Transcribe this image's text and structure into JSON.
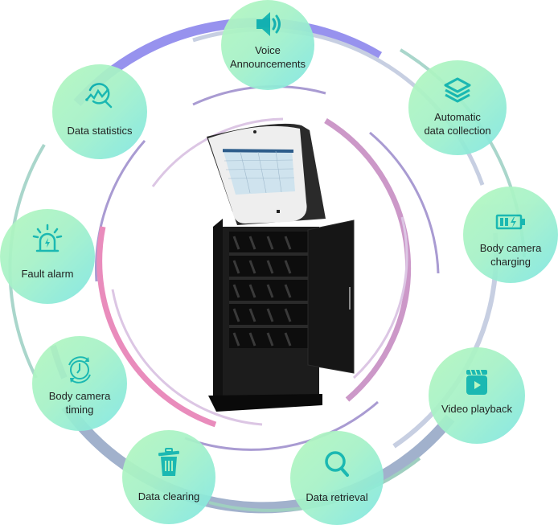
{
  "diagram": {
    "center_device": "body-camera-charging-cabinet",
    "accent_color": "#0ab3ad",
    "features": [
      {
        "id": "voice",
        "icon": "speaker-icon",
        "label_lines": [
          "Voice",
          "Announcements"
        ]
      },
      {
        "id": "auto-collect",
        "icon": "layers-icon",
        "label_lines": [
          "Automatic",
          "data collection"
        ]
      },
      {
        "id": "charging",
        "icon": "battery-charging-icon",
        "label_lines": [
          "Body camera",
          "charging"
        ]
      },
      {
        "id": "video",
        "icon": "video-clapper-icon",
        "label_lines": [
          "Video playback"
        ]
      },
      {
        "id": "retrieval",
        "icon": "search-icon",
        "label_lines": [
          "Data retrieval"
        ]
      },
      {
        "id": "clearing",
        "icon": "trash-icon",
        "label_lines": [
          "Data clearing"
        ]
      },
      {
        "id": "timing",
        "icon": "clock-sync-icon",
        "label_lines": [
          "Body camera",
          "timing"
        ]
      },
      {
        "id": "fault",
        "icon": "alarm-light-icon",
        "label_lines": [
          "Fault alarm"
        ]
      },
      {
        "id": "stats",
        "icon": "chart-magnifier-icon",
        "label_lines": [
          "Data statistics"
        ]
      }
    ]
  }
}
